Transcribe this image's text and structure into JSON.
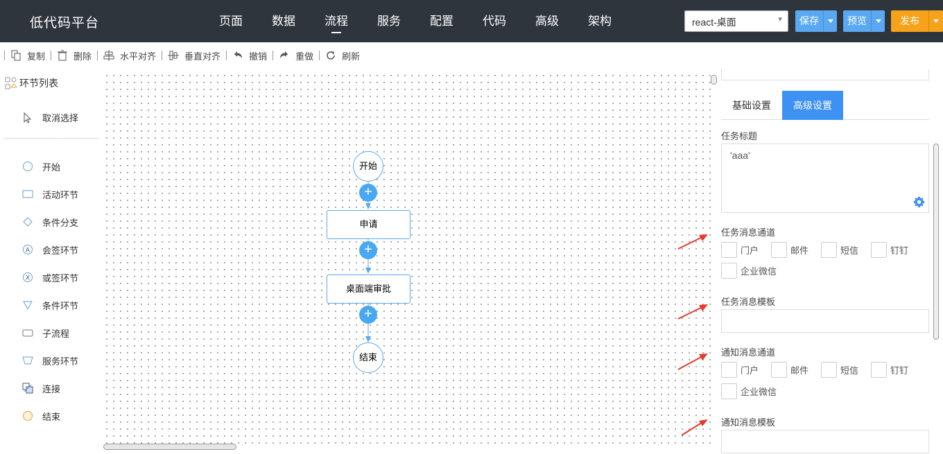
{
  "brand": "低代码平台",
  "nav": [
    "页面",
    "数据",
    "流程",
    "服务",
    "配置",
    "代码",
    "高级",
    "架构"
  ],
  "nav_active": "流程",
  "project_select": "react-桌面",
  "buttons": {
    "save": "保存",
    "preview": "预览",
    "publish": "发布"
  },
  "toolbar": {
    "copy": "复制",
    "delete": "删除",
    "halign": "水平对齐",
    "valign": "垂直对齐",
    "undo": "撤销",
    "redo": "重做",
    "refresh": "刷新"
  },
  "palette": {
    "title": "环节列表",
    "cancel": "取消选择",
    "items": [
      "开始",
      "活动环节",
      "条件分支",
      "会签环节",
      "或签环节",
      "条件环节",
      "子流程",
      "服务环节",
      "连接",
      "结束"
    ]
  },
  "flow": {
    "start": "开始",
    "apply": "申请",
    "approve": "桌面端审批",
    "end": "结束"
  },
  "panel": {
    "tabs": [
      "基础设置",
      "高级设置"
    ],
    "task_title_label": "任务标题",
    "task_title_value": "'aaa'",
    "task_channel_label": "任务消息通道",
    "task_template_label": "任务消息模板",
    "notify_channel_label": "通知消息通道",
    "notify_template_label": "通知消息模板",
    "channels": [
      "门户",
      "邮件",
      "短信",
      "钉钉",
      "企业微信"
    ]
  },
  "colors": {
    "topbar": "#2f353d",
    "accent": "#3c91f2",
    "save": "#5aa8f2",
    "publish": "#f7a21b",
    "arrow": "#e8392a"
  }
}
